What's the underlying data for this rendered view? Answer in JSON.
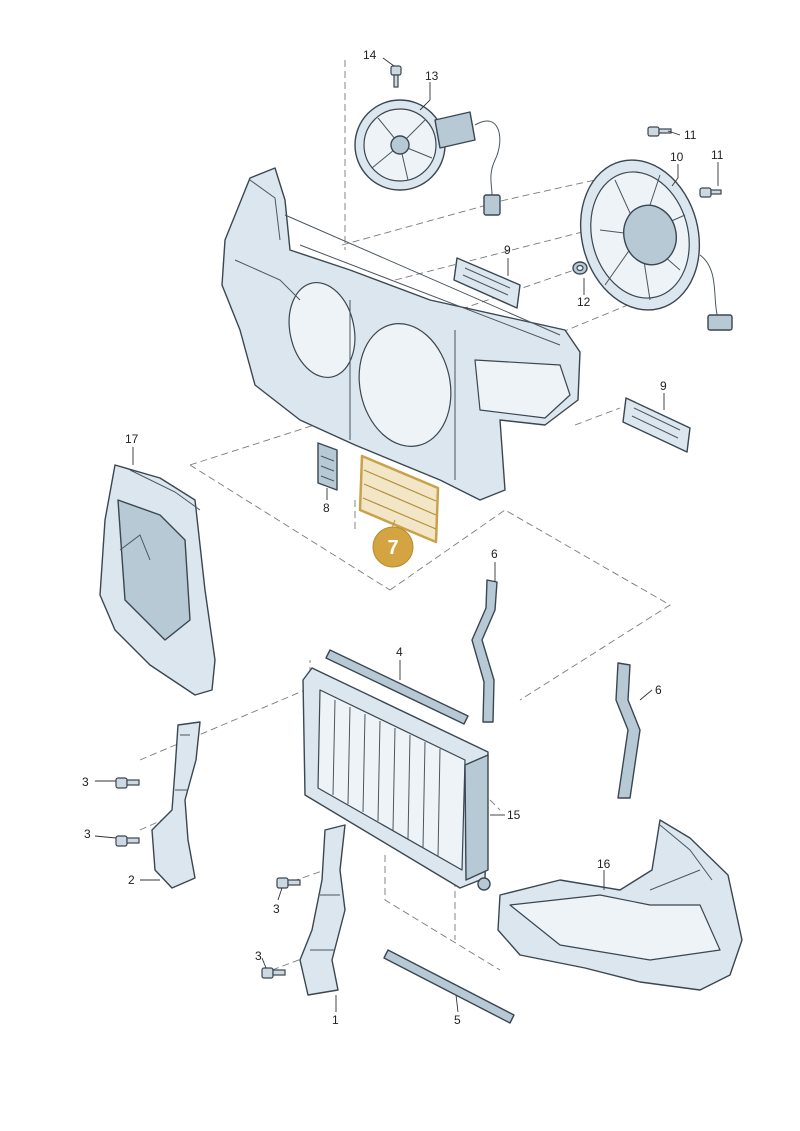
{
  "callouts": {
    "c1": "1",
    "c2": "2",
    "c3a": "3",
    "c3b": "3",
    "c3c": "3",
    "c3d": "3",
    "c4": "4",
    "c5": "5",
    "c6a": "6",
    "c6b": "6",
    "c8": "8",
    "c9a": "9",
    "c9b": "9",
    "c10": "10",
    "c11a": "11",
    "c11b": "11",
    "c12": "12",
    "c13": "13",
    "c14": "14",
    "c15": "15",
    "c16": "16",
    "c17": "17"
  },
  "highlight": {
    "label": "7",
    "color": "#d3a441"
  }
}
